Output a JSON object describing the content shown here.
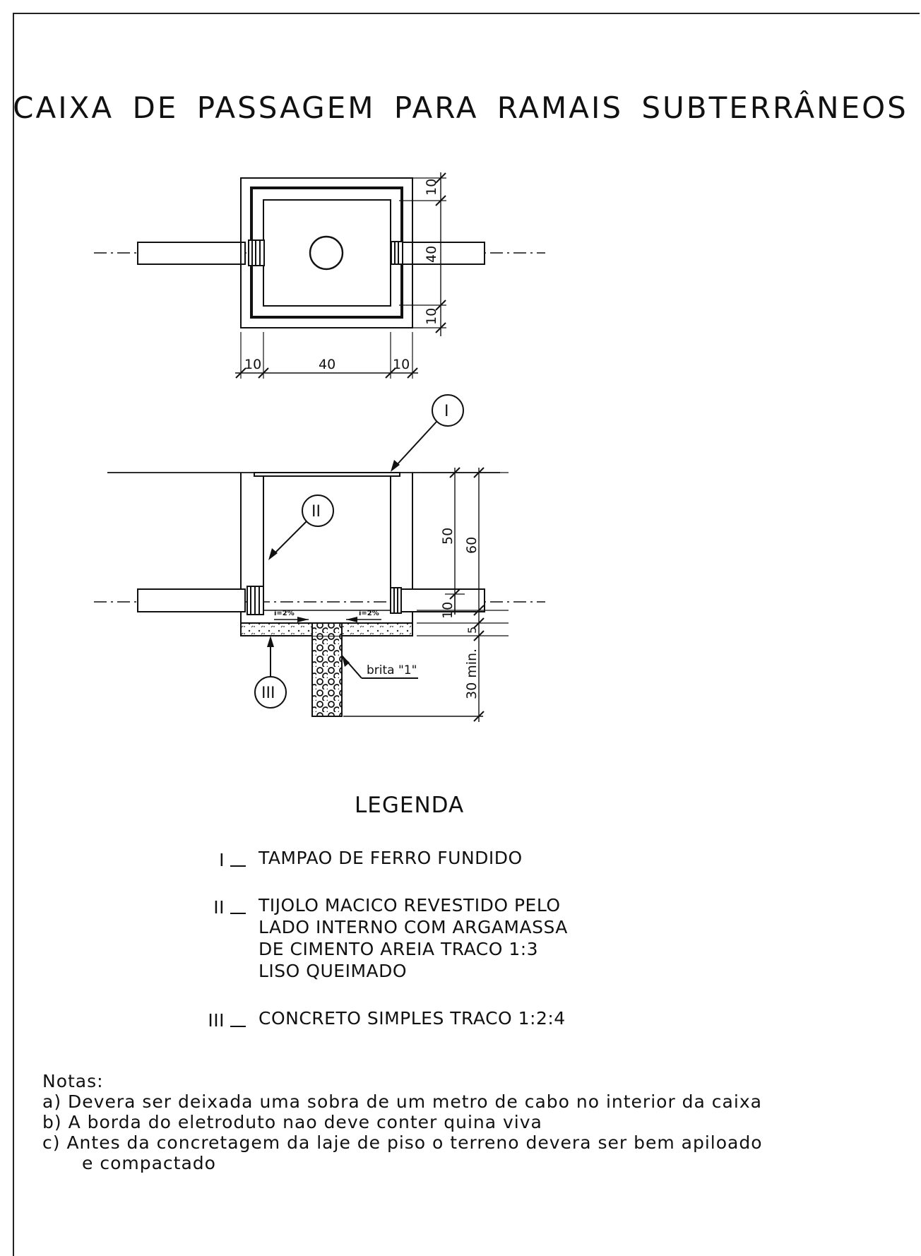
{
  "title": "CAIXA  DE  PASSAGEM  PARA  RAMAIS  SUBTERRÂNEOS",
  "plan_view": {
    "dim_top": "10",
    "dim_mid": "40",
    "dim_bottom": "10",
    "dim_left": "10",
    "dim_center": "40",
    "dim_right": "10"
  },
  "section_view": {
    "callout_1": "I",
    "callout_2": "II",
    "callout_3": "III",
    "dim_50": "50",
    "dim_60": "60",
    "dim_10": "10",
    "dim_5": "5",
    "dim_30": "30  min.",
    "slope_left": "i=2%",
    "slope_right": "i=2%",
    "gravel_label": "brita  \"1\""
  },
  "legend": {
    "title": "LEGENDA",
    "items": [
      {
        "num": "I",
        "lines": [
          "TAMPAO  DE  FERRO  FUNDIDO"
        ]
      },
      {
        "num": "II",
        "lines": [
          "TIJOLO  MACICO  REVESTIDO  PELO",
          "LADO  INTERNO  COM  ARGAMASSA",
          "DE  CIMENTO  AREIA  TRACO  1:3",
          "LISO  QUEIMADO"
        ]
      },
      {
        "num": "III",
        "lines": [
          "CONCRETO  SIMPLES  TRACO  1:2:4"
        ]
      }
    ]
  },
  "notes": {
    "heading": "Notas:",
    "items": [
      "a) Devera  ser  deixada  uma  sobra  de  um  metro  de  cabo  no  interior  da  caixa",
      "b) A  borda  do  eletroduto  nao  deve  conter  quina  viva",
      "c) Antes  da  concretagem  da  laje  de  piso  o  terreno  devera  ser  bem  apiloado"
    ],
    "continuation": "e  compactado"
  }
}
